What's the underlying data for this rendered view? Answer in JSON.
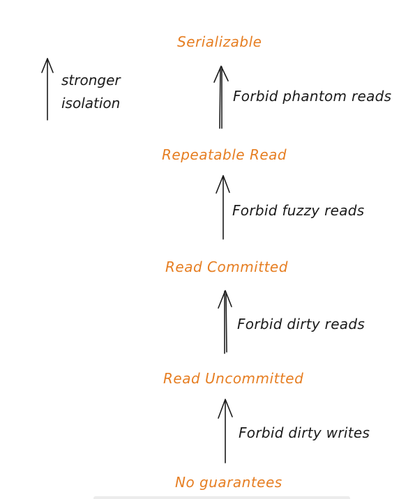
{
  "diagram": {
    "levels": {
      "serializable": "Serializable",
      "repeatable_read": "Repeatable Read",
      "read_committed": "Read Committed",
      "read_uncommitted": "Read Uncommitted",
      "no_guarantees": "No guarantees"
    },
    "transitions": {
      "forbid_phantom": "Forbid phantom reads",
      "forbid_fuzzy": "Forbid fuzzy reads",
      "forbid_dirty_reads": "Forbid dirty reads",
      "forbid_dirty_writes": "Forbid dirty writes"
    },
    "legend": {
      "line1": "stronger",
      "line2": "isolation"
    }
  },
  "colors": {
    "level_text": "#e67e22",
    "ink": "#1a1a1a"
  }
}
